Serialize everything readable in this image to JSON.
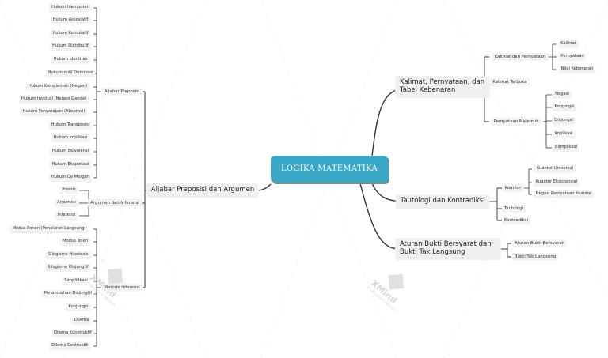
{
  "root": "LOGIKA MATEMATIKA",
  "left": {
    "label": "Aljabar Preposisi dan Argumen",
    "groups": [
      {
        "label": "Aljabar Preposisi",
        "items": [
          "Hukum Idempoten",
          "Hukum Assosiatif",
          "Hukum Komutatif",
          "Hukum Distributif",
          "Hukum Identitas",
          "Hukum null/ Dominasi",
          "Hukum Komplemen (Negasi)",
          "Hukum Involusi (Negasi Ganda)",
          "Hukum Penyerapan (Absorpsi)",
          "Hukum Transposisi",
          "Hukum Implikasi",
          "Hukum Ekivalensi",
          "Hukum Eksportasi",
          "Hukum De Morgan"
        ]
      },
      {
        "label": "Argumen dan Inferensi",
        "items": [
          "Premis",
          "Argumen",
          "Inferensi"
        ]
      },
      {
        "label": "Metode Inferensi",
        "items": [
          "Modus Ponen (Penalaran Langsung)",
          "Modus Tolen",
          "Silogisme Hipotesis",
          "Silogisme Disjungtif",
          "Simplifikasi",
          "Penambahan Disjungtif",
          "Konjungsi",
          "Dilema",
          "Dilema Konstruktif",
          "Dilema Destruktif"
        ]
      }
    ]
  },
  "right": [
    {
      "label": "Kalimat, Pernyataan, dan Tabel Kebenaran",
      "children": [
        {
          "label": "Kalimat dan Pernyataan",
          "items": [
            "Kalimat",
            "Pernyataan",
            "Nilai Kebenaran"
          ]
        },
        {
          "label": "Kalimat Terbuka",
          "items": []
        },
        {
          "label": "Pernyataan Majemuk",
          "items": [
            "Negasi",
            "Konjungsi",
            "Disjungsi",
            "Implikasi",
            "Biimplikasi"
          ]
        }
      ]
    },
    {
      "label": "Tautologi dan Kontradiksi",
      "children": [
        {
          "label": "Kuantor",
          "items": [
            "Kuantor Universal",
            "Kuantor Eksistensial",
            "Negasi Pernyataan Kuantor"
          ]
        },
        {
          "label": "Tautologi",
          "items": []
        },
        {
          "label": "Kontradiksi",
          "items": []
        }
      ]
    },
    {
      "label": "Aturan Bukti Bersyarat dan Bukti Tak Langsung",
      "children": [
        {
          "label": "Aturan Bukti Bersyarat",
          "items": []
        },
        {
          "label": "Bukti Tak Langsung",
          "items": []
        }
      ]
    }
  ],
  "watermark": {
    "brand": "XMind",
    "sub": "Evaluation Version"
  },
  "colors": {
    "root_fill": "#3aa7c7",
    "line": "#333333",
    "topic_fill": "#f0f0f0"
  }
}
